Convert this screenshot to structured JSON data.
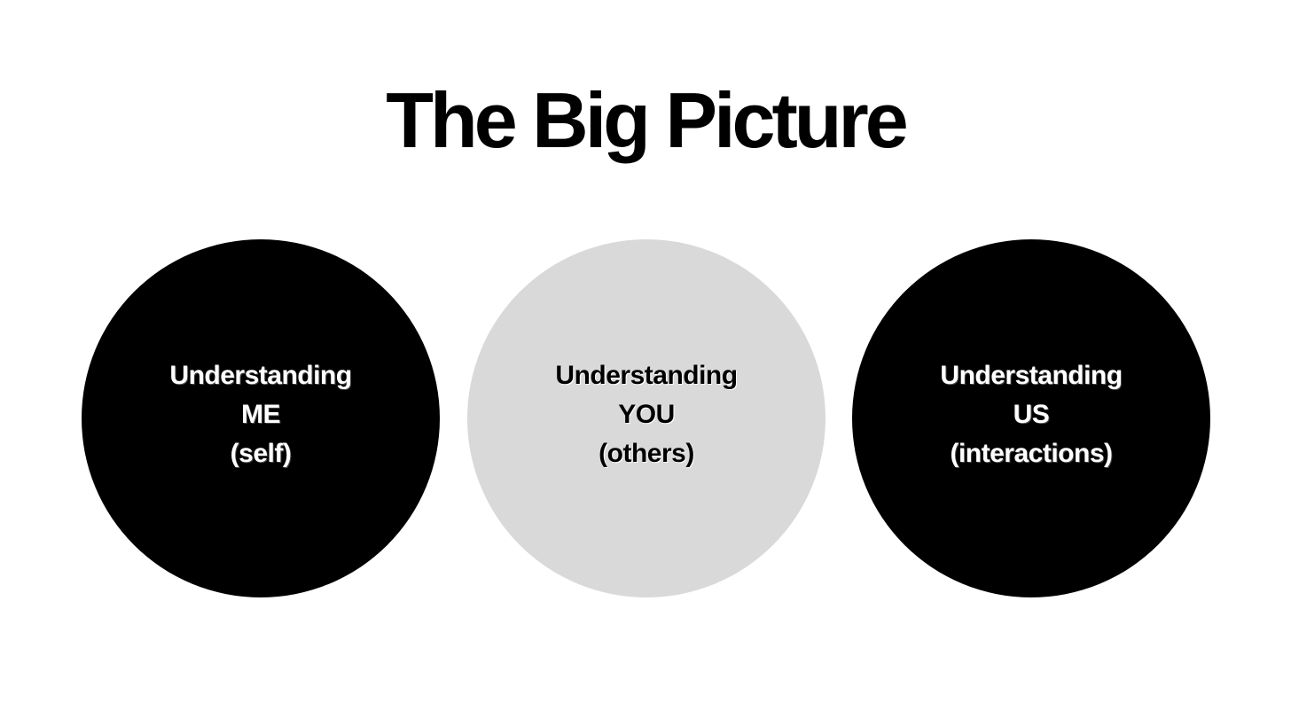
{
  "title": "The Big Picture",
  "colors": {
    "dark_circle": "#000000",
    "light_circle": "#d9d9d9",
    "background": "#ffffff"
  },
  "circles": [
    {
      "line1": "Understanding",
      "line2": "ME",
      "line3": "(self)"
    },
    {
      "line1": "Understanding",
      "line2": "YOU",
      "line3": "(others)"
    },
    {
      "line1": "Understanding",
      "line2": "US",
      "line3": "(interactions)"
    }
  ]
}
